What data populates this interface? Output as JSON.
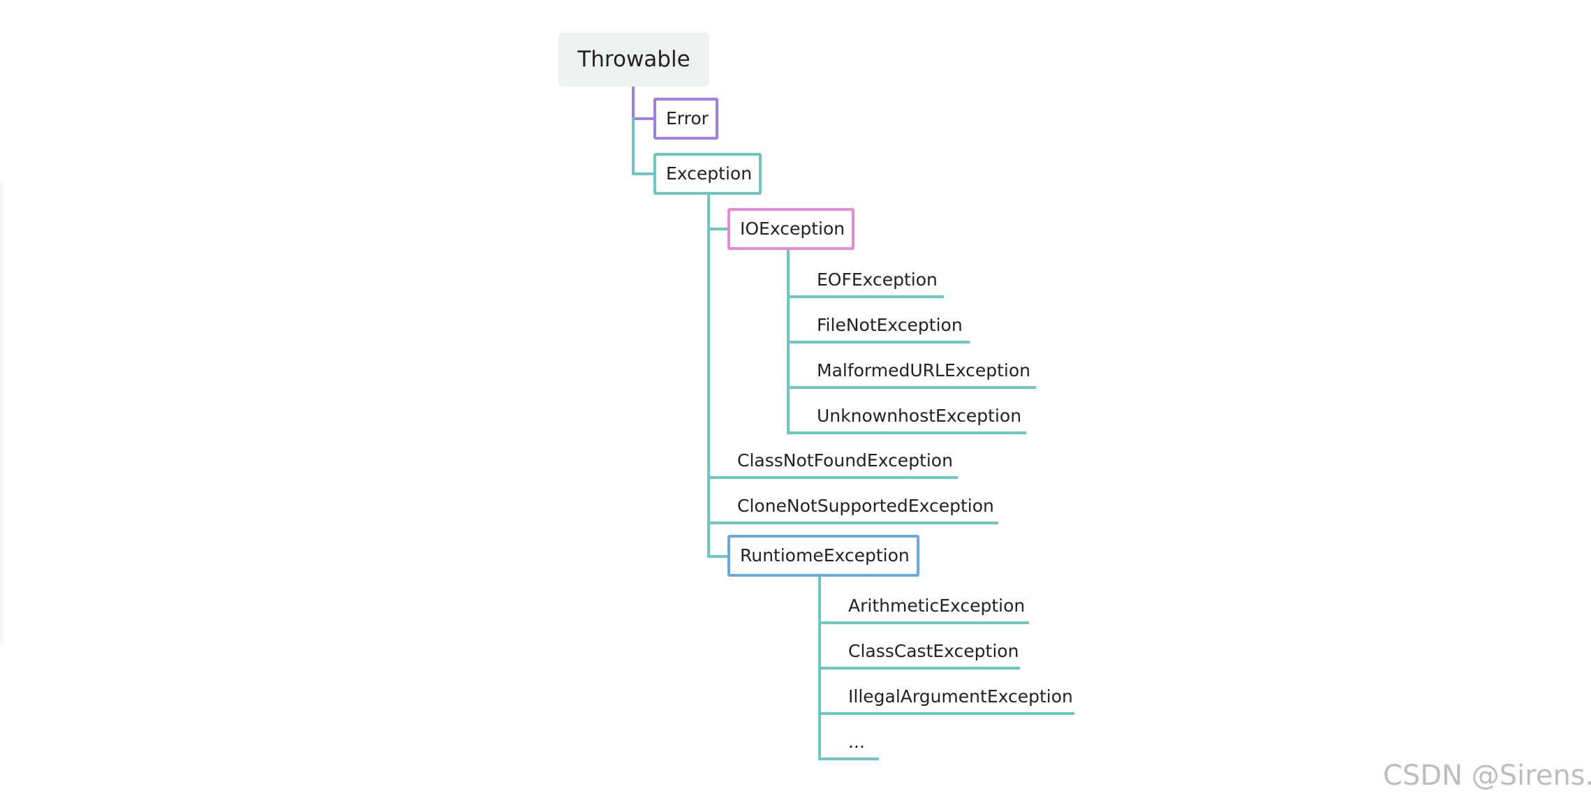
{
  "diagram": {
    "root": {
      "label": "Throwable"
    },
    "error": {
      "label": "Error"
    },
    "exception": {
      "label": "Exception"
    },
    "io_exception": {
      "label": "IOException",
      "children": [
        "EOFException",
        "FileNotException",
        "MalformedURLException",
        "UnknownhostException"
      ]
    },
    "exception_leaves": [
      "ClassNotFoundException",
      "CloneNotSupportedException"
    ],
    "runtime_exception": {
      "label": "RuntiomeException",
      "children": [
        "ArithmeticException",
        "ClassCastException",
        "IllegalArgumentException",
        "..."
      ]
    }
  },
  "colors": {
    "error_branch": "#a17fe0",
    "main_branch": "#6cc6c4",
    "io_box": "#e48ad6",
    "runtime_box": "#6aa9e0",
    "root_fill": "#eff0f0"
  },
  "watermark": "CSDN @Sirens."
}
